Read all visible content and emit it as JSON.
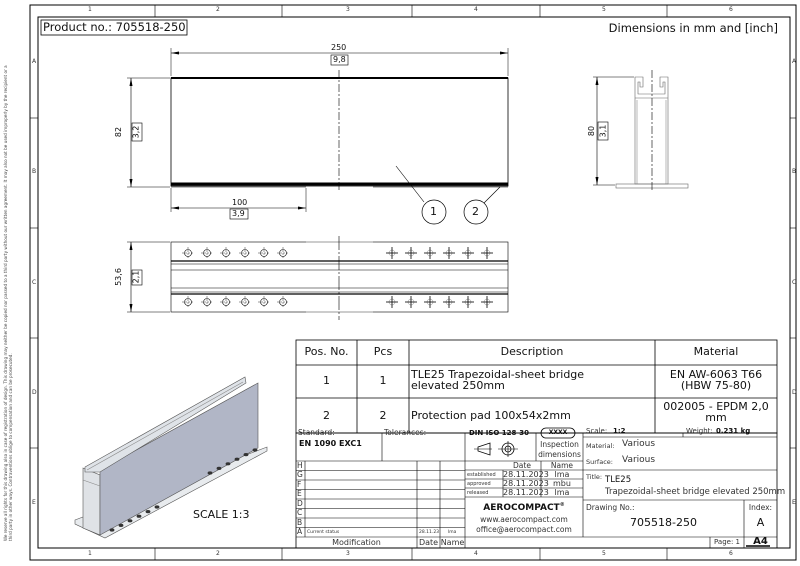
{
  "header": {
    "product_no": "Product no.: 705518-250",
    "units_note": "Dimensions in mm and [inch]"
  },
  "grid": {
    "columns": [
      "1",
      "2",
      "3",
      "4",
      "5",
      "6"
    ],
    "rows": [
      "A",
      "B",
      "C",
      "D",
      "E"
    ]
  },
  "copyright_note": "We reserve all rights for this drawing also in case of registration of design. This drawing may neither be copied nor passed to a third party without our written agreement. It may also not be used improperly by the recipient or a third party in other ways. Contraventions oblige to compensation and can be prosecuted.",
  "front_view": {
    "length": "250",
    "length_in": "9,8",
    "height": "82",
    "height_in": "3,2",
    "pad_length": "100",
    "pad_length_in": "3,9",
    "balloons": [
      "1",
      "2"
    ]
  },
  "side_view": {
    "height": "80",
    "height_in": "3,1"
  },
  "top_view": {
    "width": "53,6",
    "width_in": "2,1",
    "holes_per_row": 6
  },
  "iso_view": {
    "scale_label": "SCALE 1:3"
  },
  "parts_table": {
    "headers": [
      "Pos. No.",
      "Pcs",
      "Description",
      "Material"
    ],
    "rows": [
      {
        "pos": "1",
        "pcs": "1",
        "description": "TLE25 Trapezoidal-sheet bridge elevated 250mm",
        "material": "EN AW-6063 T66 (HBW 75-80)"
      },
      {
        "pos": "2",
        "pcs": "2",
        "description": "Protection pad 100x54x2mm",
        "material": "002005 - EPDM 2,0 mm"
      }
    ]
  },
  "title_block": {
    "standard_label": "Standard:",
    "standard": "EN 1090 EXC1",
    "tolerances_label": "Tolerances:",
    "din": "DIN ISO 128-30",
    "inspection_badge": "XXXX",
    "inspection_label": "Inspection dimensions",
    "date_header": "Date",
    "name_header": "Name",
    "approvals": [
      {
        "label": "established",
        "date": "28.11.2023",
        "name": "lma"
      },
      {
        "label": "approved",
        "date": "28.11.2023",
        "name": "mbu"
      },
      {
        "label": "released",
        "date": "28.11.2023",
        "name": "lma"
      }
    ],
    "revisions": [
      {
        "letter": "H",
        "text": "",
        "date": "",
        "name": ""
      },
      {
        "letter": "G",
        "text": "",
        "date": "",
        "name": ""
      },
      {
        "letter": "F",
        "text": "",
        "date": "",
        "name": ""
      },
      {
        "letter": "E",
        "text": "",
        "date": "",
        "name": ""
      },
      {
        "letter": "D",
        "text": "",
        "date": "",
        "name": ""
      },
      {
        "letter": "C",
        "text": "",
        "date": "",
        "name": ""
      },
      {
        "letter": "B",
        "text": "",
        "date": "",
        "name": ""
      },
      {
        "letter": "A",
        "text": "Current status",
        "date": "28.11.23",
        "name": "lma"
      }
    ],
    "modification_label": "Modification",
    "mod_date_label": "Date",
    "mod_name_label": "Name",
    "company": "AEROCOMPACT",
    "company_reg": "®",
    "website": "www.aerocompact.com",
    "email": "office@aerocompact.com",
    "scale_label": "Scale:",
    "scale": "1:2",
    "weight_label": "Weight:",
    "weight": "0.231 kg",
    "material_label": "Material:",
    "material": "Various",
    "surface_label": "Surface:",
    "surface": "Various",
    "title_label": "Title:",
    "title": "TLE25",
    "subtitle": "Trapezoidal-sheet bridge elevated 250mm",
    "drawing_no_label": "Drawing No.:",
    "drawing_no": "705518-250",
    "index_label": "Index:",
    "index": "A",
    "page_label": "Page: 1",
    "format": "A4"
  }
}
